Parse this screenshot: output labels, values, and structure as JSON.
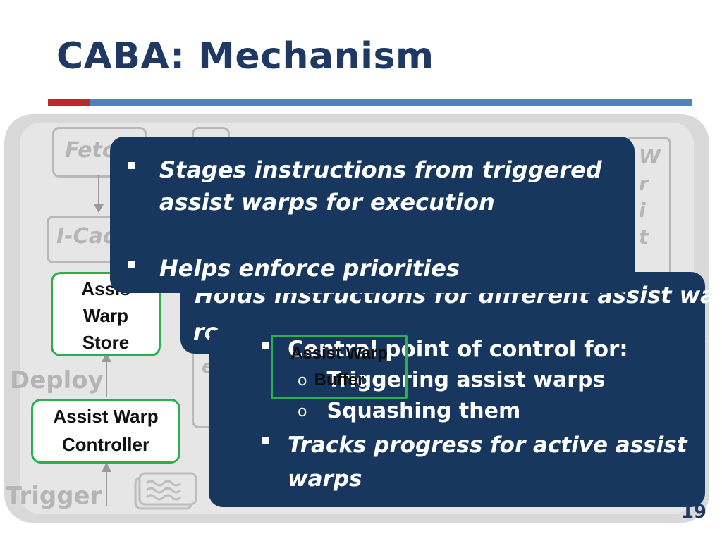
{
  "slide": {
    "title": "CABA: Mechanism",
    "page_number": "19"
  },
  "pipeline": {
    "fetch_label": "Fetc",
    "icache_label": "I-Cac",
    "deploy_label": "Deploy",
    "trigger_label": "Trigger",
    "writeback_label": "W\nr\ni\nt",
    "issue_label": "e"
  },
  "assist_warp_store": {
    "line1": "Assis",
    "line2": "Warp",
    "line3": "Store"
  },
  "assist_warp_controller": {
    "line1": "Assist Warp",
    "line2": "Controller"
  },
  "assist_warp_buffer": {
    "line1": "Assist Warp",
    "line2": "Buffer"
  },
  "callout_stages": {
    "bullet1_line1": "Stages instructions from triggered",
    "bullet1_line2": "assist warps for execution",
    "bullet2": "Helps enforce priorities"
  },
  "callout_holds": {
    "line1": "Holds instructions for different assist warp",
    "line2": "ro"
  },
  "callout_control": {
    "bullet1": "Central point of control for:",
    "sub1": "Triggering assist warps",
    "sub2": "Squashing them",
    "bullet2_line1": "Tracks progress for active assist",
    "bullet2_line2": "warps",
    "sub_marker": "o"
  }
}
